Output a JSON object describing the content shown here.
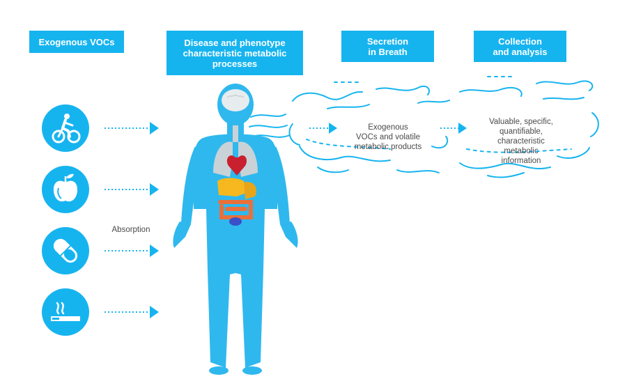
{
  "headers": {
    "exogenous": "Exogenous VOCs",
    "disease": "Disease and phenotype\ncharacteristic metabolic\nprocesses",
    "secretion": "Secretion\nin Breath",
    "collection": "Collection\nand analysis"
  },
  "labels": {
    "absorption": "Absorption",
    "breath_products": "Exogenous\nVOCs and volatile\nmetabolic products",
    "information": "Valuable, specific,\nquantifiable,\ncharacteristic\nmetabolic\ninformation"
  },
  "icons": [
    "cyclist-icon",
    "apple-icon",
    "pill-capsule-icon",
    "cigarette-icon"
  ],
  "colors": {
    "accent": "#16b4ef",
    "body": "#2fb8ee",
    "heart": "#c8202e",
    "lungs": "#c9d2d6",
    "stomach": "#f6b81e",
    "intestine": "#e9703a",
    "brain": "#e7ecee",
    "text": "#4a4a4a"
  }
}
